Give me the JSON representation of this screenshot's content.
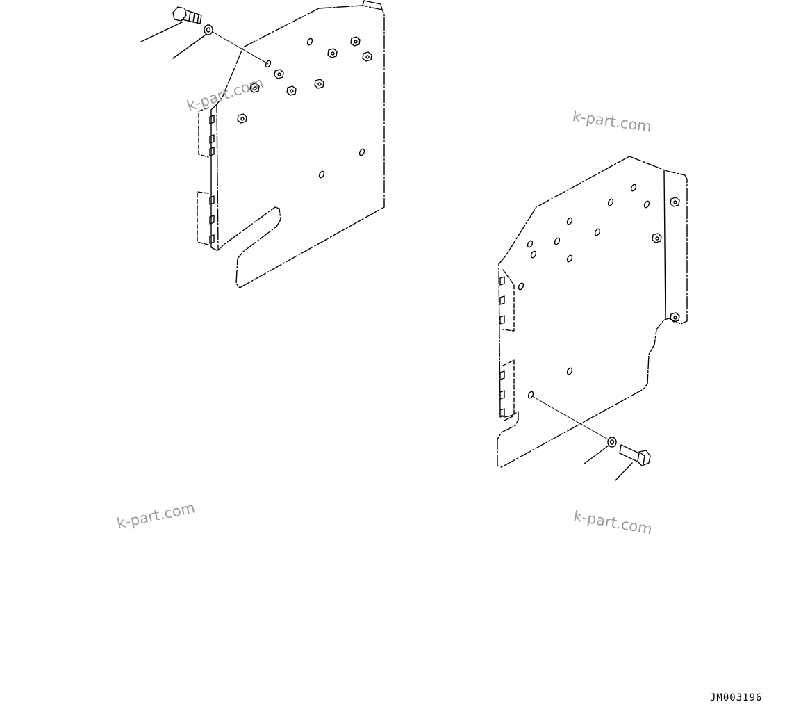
{
  "watermarks": [
    "k-part.com",
    "k-part.com",
    "k-part.com",
    "k-part.com"
  ],
  "drawing_code": "JM003196"
}
